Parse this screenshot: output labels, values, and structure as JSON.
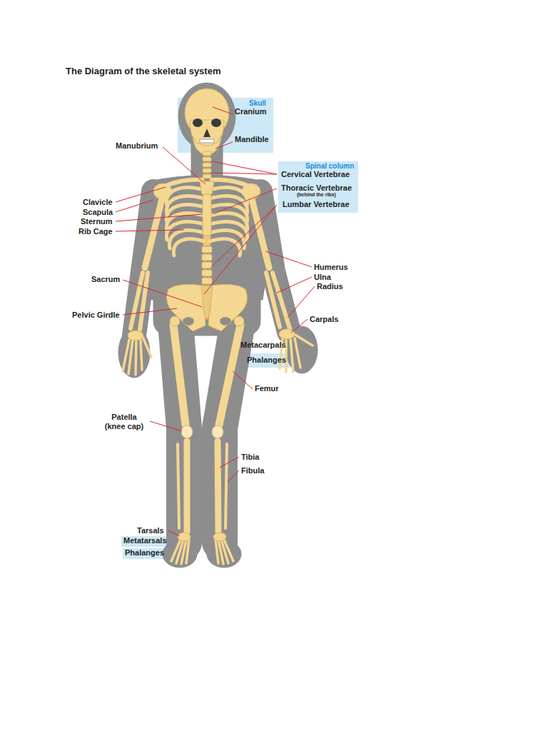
{
  "diagram": {
    "title": "The Diagram of the skeletal system",
    "nodes": [
      {
        "text": [
          "Skull",
          "Cranium",
          "Mandible"
        ]
      },
      {
        "text": [
          "Spinal column",
          "Cervical Vertebrae",
          "Thoracic Vertebrae",
          "(behind the ribs)",
          "Lumbar Vertebrae"
        ]
      },
      {
        "text": [
          "Phalanges"
        ]
      },
      {
        "text": [
          "Metatarsals"
        ]
      },
      {
        "text": [
          "Phalanges"
        ]
      }
    ],
    "labels": [
      "Manubrium",
      "Clavicle",
      "Scapula",
      "Sternum",
      "Rib Cage",
      "Sacrum",
      "Pelvic Girdle",
      "Humerus",
      "Ulna",
      "Radius",
      "Carpals",
      "Metacarpals",
      "Femur",
      "Patella (knee cap)",
      "Tibia",
      "Fibula",
      "Tarsals"
    ]
  }
}
